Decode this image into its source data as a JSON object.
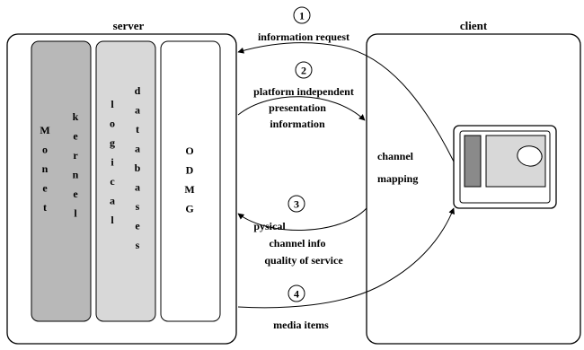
{
  "server": {
    "title": "server",
    "columns": {
      "monet": {
        "col1": [
          "M",
          "o",
          "n",
          "e",
          "t"
        ],
        "col2": [
          "k",
          "e",
          "r",
          "n",
          "e",
          "l"
        ]
      },
      "logical": {
        "col1": [
          "l",
          "o",
          "g",
          "i",
          "c",
          "a",
          "l"
        ],
        "col2": [
          "d",
          "a",
          "t",
          "a",
          "b",
          "a",
          "s",
          "e",
          "s"
        ]
      },
      "odmg": {
        "col1": [
          "O",
          "D",
          "M",
          "G"
        ]
      }
    }
  },
  "client": {
    "title": "client",
    "mapping_line1": "channel",
    "mapping_line2": "mapping"
  },
  "steps": [
    {
      "num": "1",
      "lines": [
        "information request"
      ]
    },
    {
      "num": "2",
      "lines": [
        "platform independent",
        "presentation",
        "information"
      ]
    },
    {
      "num": "3",
      "lines": [
        "pysical",
        "channel info",
        "quality of service"
      ]
    },
    {
      "num": "4",
      "lines": [
        "media items"
      ]
    }
  ],
  "colors": {
    "monet_fill": "#b8b8b8",
    "logical_fill": "#d8d8d8",
    "odmg_fill": "#ffffff",
    "screen_side": "#8a8a8a",
    "screen_main": "#d8d8d8",
    "stroke": "#000000"
  }
}
